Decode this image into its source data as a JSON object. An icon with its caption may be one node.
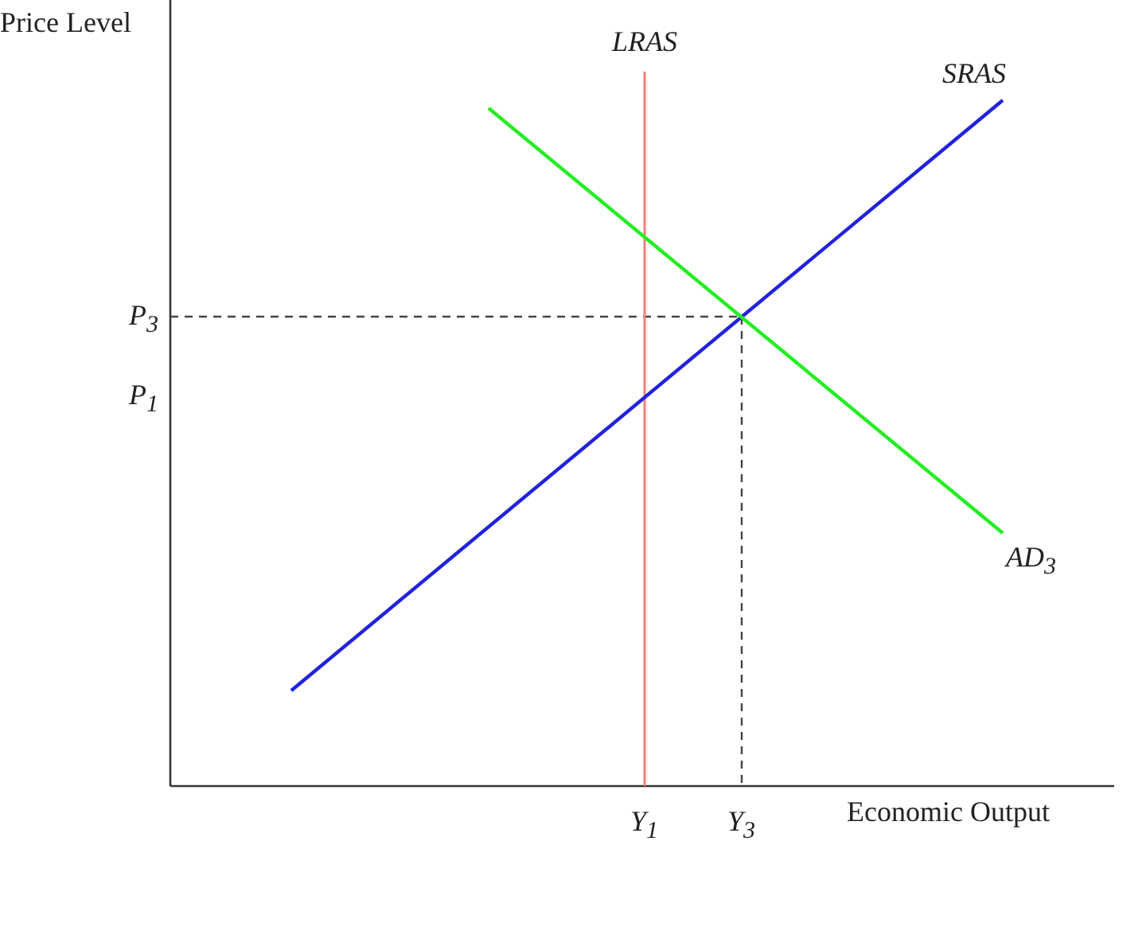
{
  "diagram": {
    "labels": [
      "Price Level",
      "LRAS",
      "SRAS",
      "P$_{3}$",
      "P$_{1}$",
      "AD$_{3}$",
      "Y$_{1}$",
      "Y$_{3}$",
      "Economic Output"
    ]
  }
}
